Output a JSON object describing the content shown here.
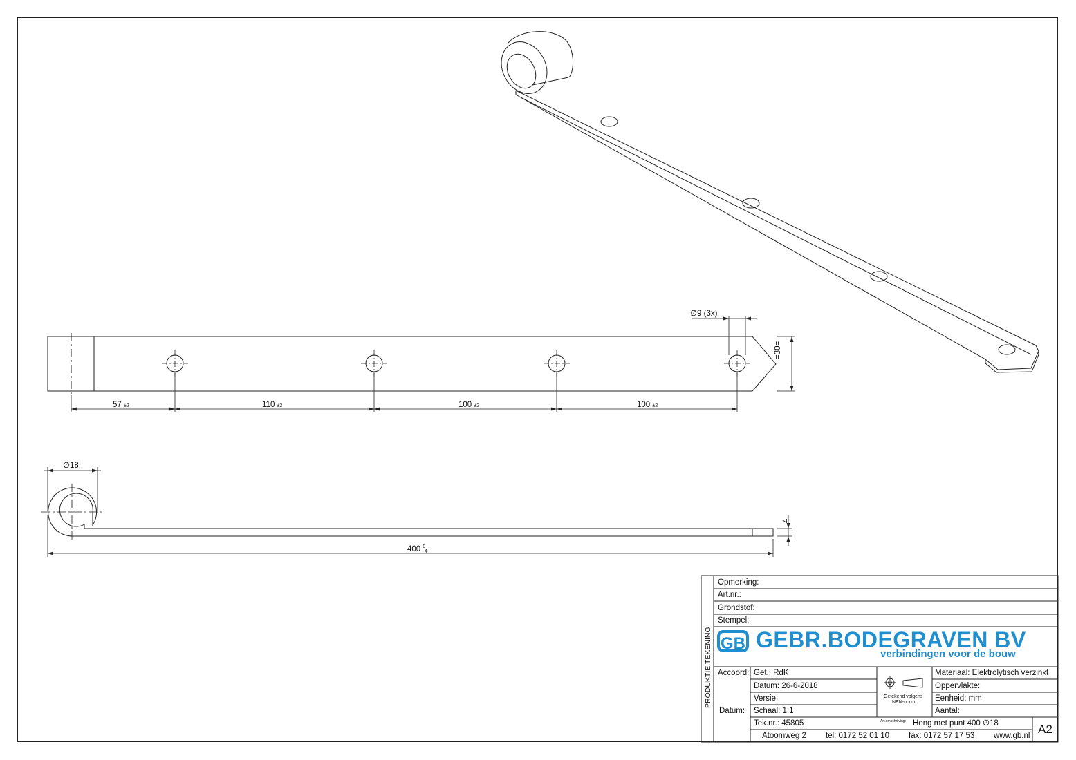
{
  "drawing": {
    "hole_dim": "∅9 (3x)",
    "width_dim": "=30=",
    "d1": "57",
    "d1_tol": "±2",
    "d2": "110",
    "d2_tol": "±2",
    "d3": "100",
    "d3_tol": "±2",
    "d4": "100",
    "d4_tol": "±2",
    "eye_dim": "∅18",
    "thick_dim": "4",
    "length_dim": "400",
    "length_tol_upper": "0",
    "length_tol_lower": "-4"
  },
  "titleblock": {
    "side_label": "PRODUKTIE TEKENING",
    "opmerking": "Opmerking:",
    "artnr": "Art.nr.:",
    "grondstof": "Grondstof:",
    "stempel": "Stempel:",
    "logo_mark": "GB",
    "company": "GEBR.BODEGRAVEN BV",
    "tagline": "verbindingen voor de bouw",
    "accoord": "Accoord:",
    "datum_label": "Datum:",
    "get": "Get.: RdK",
    "datum": "Datum: 26-6-2018",
    "versie": "Versie:",
    "schaal": "Schaal: 1:1",
    "teknr": "Tek.nr.: 45805",
    "norm_line1": "Getekend volgens",
    "norm_line2": "NEN-norm",
    "materiaal": "Materiaal: Elektrolytisch verzinkt",
    "oppervlakte": "Oppervlakte:",
    "eenheid": "Eenheid: mm",
    "aantal": "Aantal:",
    "artomschrijving_label": "Art.omschrijving:",
    "artomschrijving": "Heng met punt 400   ∅18",
    "format": "A2",
    "address": "Atoomweg 2",
    "tel": "tel: 0172 52 01 10",
    "fax": "fax: 0172 57 17 53",
    "web": "www.gb.nl"
  },
  "colors": {
    "brand": "#1f8fd0",
    "line": "#222222"
  }
}
